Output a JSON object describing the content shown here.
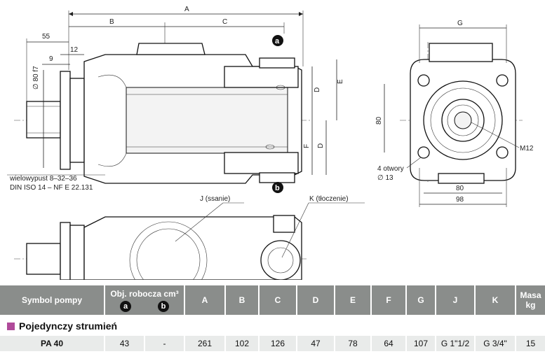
{
  "drawing": {
    "labels": {
      "A": "A",
      "B": "B",
      "C": "C",
      "D": "D",
      "E": "E",
      "F": "F",
      "G": "G",
      "d55": "55",
      "d12": "12",
      "d9": "9",
      "phi80f7": "∅ 80 f7",
      "d80v": "80",
      "d80h": "80",
      "d98": "98",
      "m12": "M12",
      "holes1": "4 otwory",
      "holes2": "∅ 13",
      "spline1": "wielowypust 8–32–36",
      "spline2": "DIN ISO 14 – NF E 22.131",
      "J": "J (ssanie)",
      "K": "K (tłoczenie)",
      "mark_a": "a",
      "mark_b": "b"
    }
  },
  "table": {
    "headers": {
      "symbol": "Symbol pompy",
      "vol": "Obj. robocza cm³",
      "vol_a": "a",
      "vol_b": "b",
      "A": "A",
      "B": "B",
      "C": "C",
      "D": "D",
      "E": "E",
      "F": "F",
      "G": "G",
      "J": "J",
      "K": "K",
      "mass": "Masa kg"
    },
    "section": "Pojedynczy strumień",
    "row": {
      "symbol": "PA 40",
      "vol_a": "43",
      "vol_b": "-",
      "A": "261",
      "B": "102",
      "C": "126",
      "D": "47",
      "E": "78",
      "F": "64",
      "G": "107",
      "J": "G 1\"1/2",
      "K": "G 3/4\"",
      "mass": "15"
    }
  }
}
